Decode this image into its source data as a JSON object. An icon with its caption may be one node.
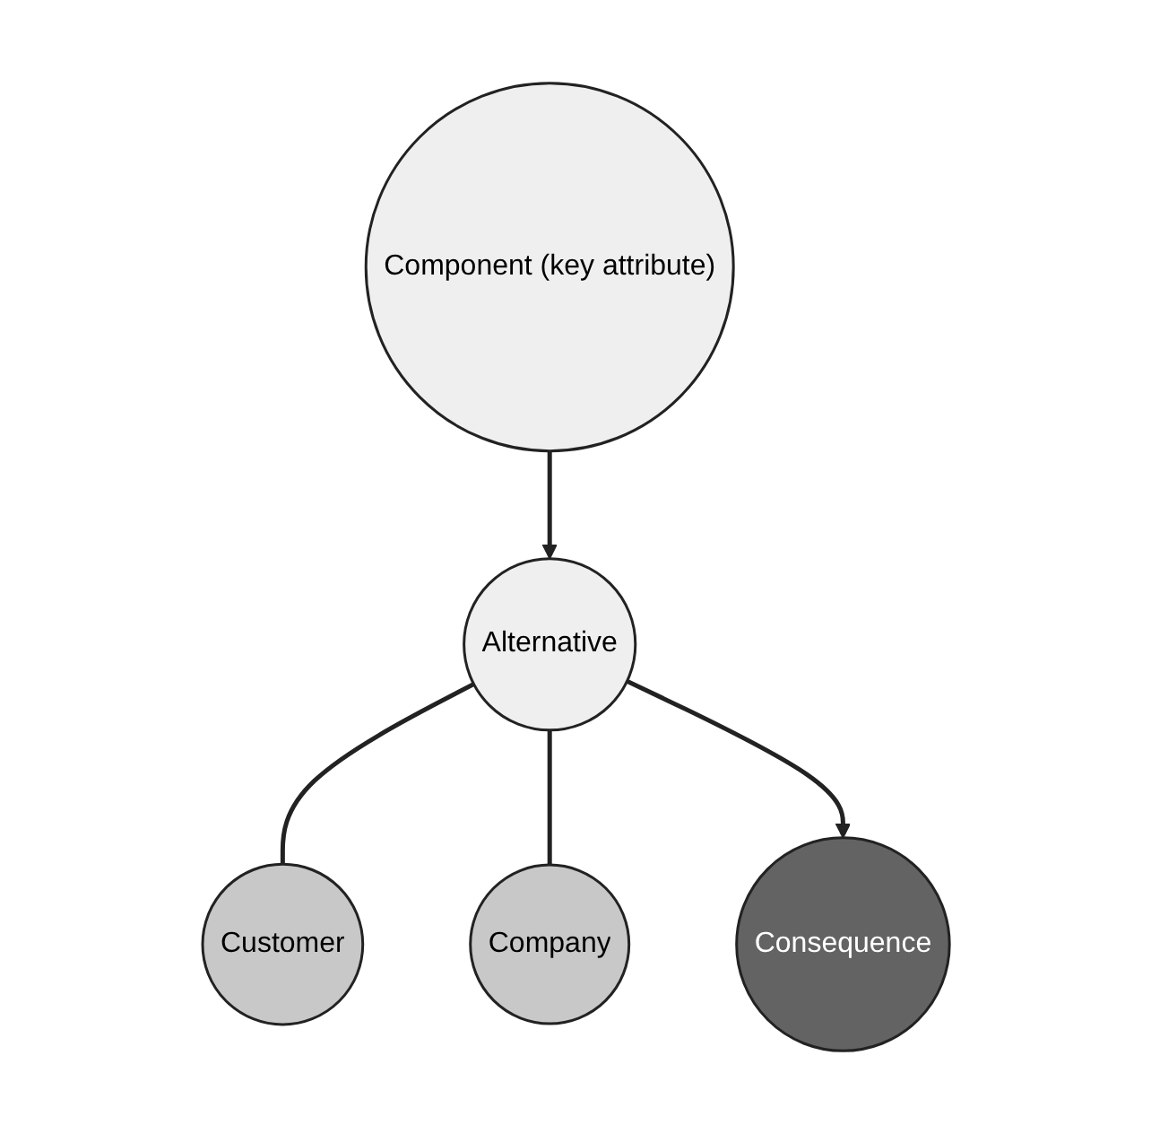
{
  "diagram": {
    "nodes": [
      {
        "text": [
          "Component (key attribute)"
        ]
      },
      {
        "text": [
          "Alternative"
        ]
      },
      {
        "text": [
          "Customer"
        ]
      },
      {
        "text": [
          "Company"
        ]
      },
      {
        "text": [
          "Consequence"
        ]
      }
    ],
    "edges": [
      {
        "from": 0,
        "to": 1,
        "arrow": "to"
      },
      {
        "from": 1,
        "to": 2,
        "arrow": "none"
      },
      {
        "from": 1,
        "to": 3,
        "arrow": "none"
      },
      {
        "from": 1,
        "to": 4,
        "arrow": "to"
      }
    ]
  }
}
